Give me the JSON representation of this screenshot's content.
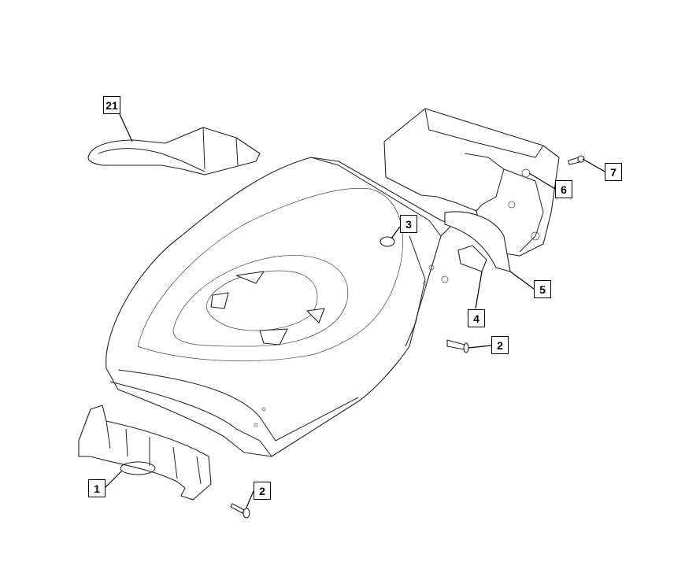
{
  "diagram": {
    "type": "exploded-parts-diagram",
    "callouts": [
      {
        "id": "21",
        "label": "21",
        "part": "grass-chute-cover"
      },
      {
        "id": "3",
        "label": "3",
        "part": "plug"
      },
      {
        "id": "6",
        "label": "6",
        "part": "rear-guard-housing"
      },
      {
        "id": "7",
        "label": "7",
        "part": "screw"
      },
      {
        "id": "5",
        "label": "5",
        "part": "rear-flap"
      },
      {
        "id": "4",
        "label": "4",
        "part": "clip"
      },
      {
        "id": "2a",
        "label": "2",
        "part": "screw"
      },
      {
        "id": "1",
        "label": "1",
        "part": "front-bumper"
      },
      {
        "id": "2b",
        "label": "2",
        "part": "screw"
      }
    ]
  }
}
